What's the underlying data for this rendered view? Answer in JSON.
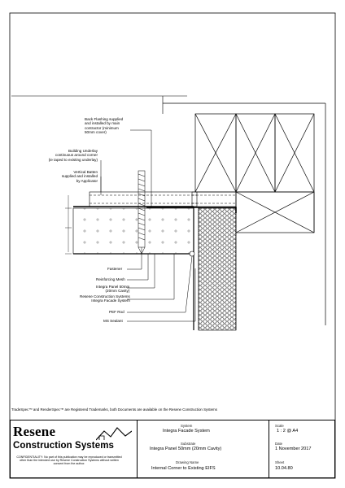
{
  "labels": {
    "back_flashing": "Back Flashing supplied\nand installed by main\ncontractor (minimum\n50mm cover)",
    "building_underlay": "Building Underlay\ncontinuous around corner\n(ie taped to existing underlay)",
    "vertical_batten": "Vertical Batten\nsupplied and installed\nby Applicator",
    "fastener": "Fastener",
    "reinforcing_mesh": "Reinforcing Mesh",
    "integra_panel": "Integra Panel 50mm\n(20mm Cavity)",
    "resene_system": "Resene Construction Systems\nIntegra Facade System",
    "pef_rod": "PEF Rod",
    "ms_sealant": "MS Sealant"
  },
  "trademark": "TradeSpec™ and RenderSpec™ are Registered Trademarks, both Documents are available on the Resene Construction Systems",
  "logo": {
    "word": "Resene",
    "sub": "Construction Systems",
    "confidentiality": "CONFIDENTIALITY: No part of this publication may be reproduced or transmitted other than the intended use by Resene Construction Systems without written consent from the author."
  },
  "title_block": {
    "system_label": "System",
    "system_value": "Integra Facade System",
    "substrate_label": "Substrate",
    "substrate_value": "Integra Panel 50mm (20mm Cavity)",
    "drawing_name_label": "Drawing Name",
    "drawing_name_value": "Internal Corner to Existing EIFS",
    "scale_label": "Scale",
    "scale_value": "1 : 2 @ A4",
    "date_label": "Date",
    "date_value": "1 November 2017",
    "sheet_label": "Sheet",
    "sheet_value": "10.04.80"
  }
}
